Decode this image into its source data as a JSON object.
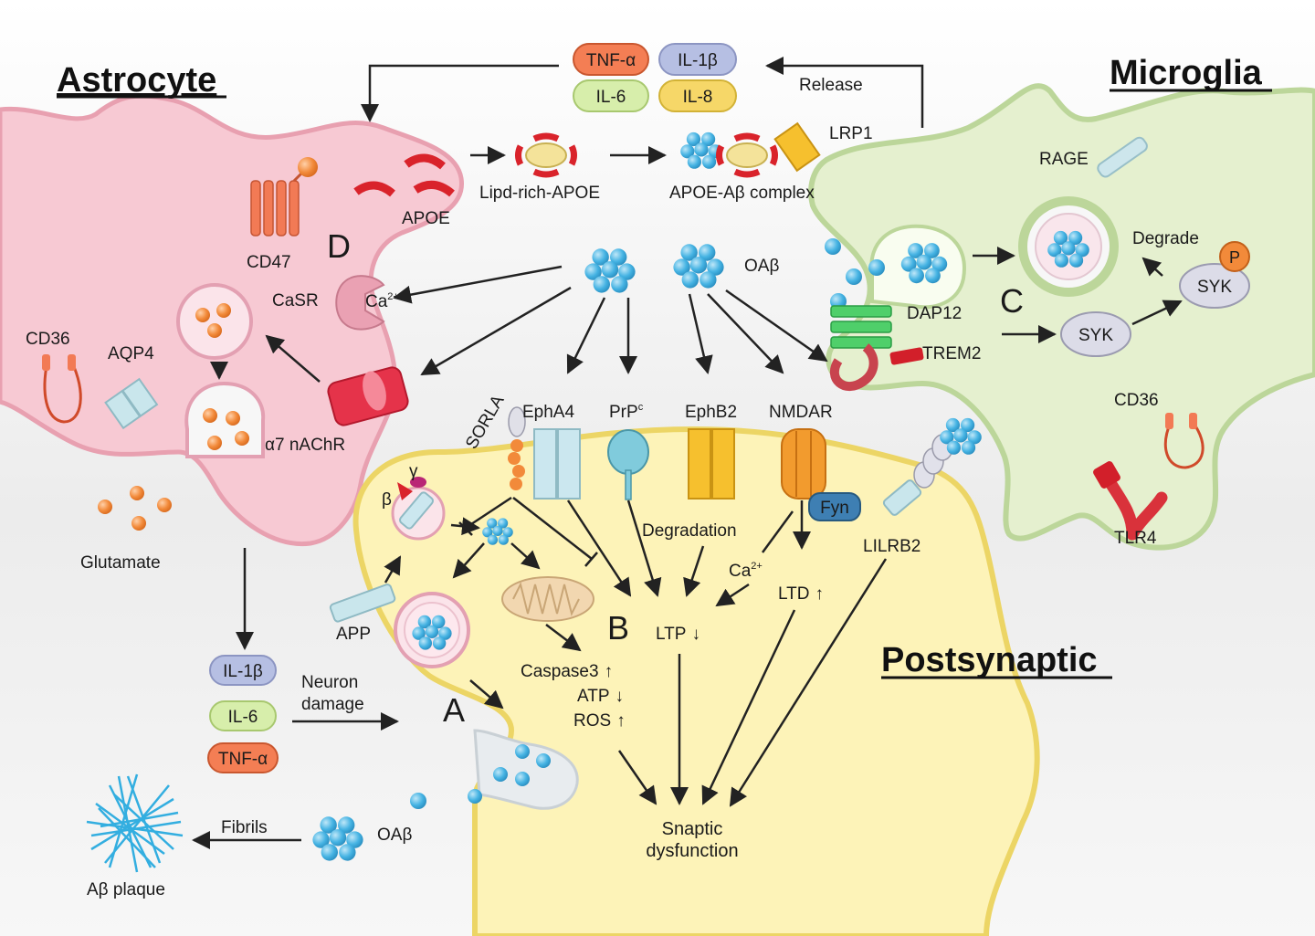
{
  "titles": {
    "astrocyte": "Astrocyte",
    "microglia": "Microglia",
    "postsynaptic": "Postsynaptic"
  },
  "sections": {
    "a": "A",
    "b": "B",
    "c": "C",
    "d": "D"
  },
  "cytokines_top": {
    "tnf": "TNF-α",
    "il1b": "IL-1β",
    "il6": "IL-6",
    "il8": "IL-8",
    "release": "Release"
  },
  "cytokines_left": {
    "il1b": "IL-1β",
    "il6": "IL-6",
    "tnf": "TNF-α",
    "neuron_damage_1": "Neuron",
    "neuron_damage_2": "damage"
  },
  "astrocyte": {
    "apoe": "APOE",
    "cd47": "CD47",
    "casr": "CaSR",
    "ca": "Ca",
    "ca_sup": "2+",
    "cd36": "CD36",
    "aqp4": "AQP4",
    "a7nachr": "α7 nAChR",
    "glutamate": "Glutamate"
  },
  "apoe_path": {
    "lipid_rich": "Lipd-rich-APOE",
    "complex": "APOE-Aβ complex",
    "lrp1": "LRP1"
  },
  "oab": {
    "center": "OAβ",
    "bottom": "OAβ",
    "fibrils": "Fibrils",
    "plaque": "Aβ plaque"
  },
  "microglia": {
    "rage": "RAGE",
    "degrade": "Degrade",
    "p": "P",
    "syk_top": "SYK",
    "syk_mid": "SYK",
    "dap12": "DAP12",
    "trem2": "TREM2",
    "cd36": "CD36",
    "tlr4": "TLR4"
  },
  "receptors": {
    "sorla": "SORLA",
    "epha4": "EphA4",
    "prp": "PrP",
    "prp_sup": "c",
    "ephb2": "EphB2",
    "nmdar": "NMDAR",
    "fyn": "Fyn",
    "lilrb2": "LILRB2"
  },
  "postsynaptic": {
    "beta": "β",
    "gamma": "γ",
    "app": "APP",
    "degradation": "Degradation",
    "ca": "Ca",
    "ca_sup": "2+",
    "ltd": "LTD",
    "ltp": "LTP",
    "caspase3": "Caspase3",
    "atp": "ATP",
    "ros": "ROS",
    "outcome_1": "Snaptic",
    "outcome_2": "dysfunction"
  },
  "colors": {
    "astrocyte_fill": "#f7c9d3",
    "astrocyte_stroke": "#e8a0b0",
    "microglia_fill": "#e5f0cf",
    "microglia_stroke": "#bcd69a",
    "neuron_fill": "#fdf3b8",
    "neuron_stroke": "#ecd565",
    "oab_blue": "#45b3e3",
    "apoe_red": "#d9232b",
    "tnf": "#f47e54",
    "il1b": "#b6bfe3",
    "il6": "#d7eeab",
    "il8": "#f6d768"
  }
}
